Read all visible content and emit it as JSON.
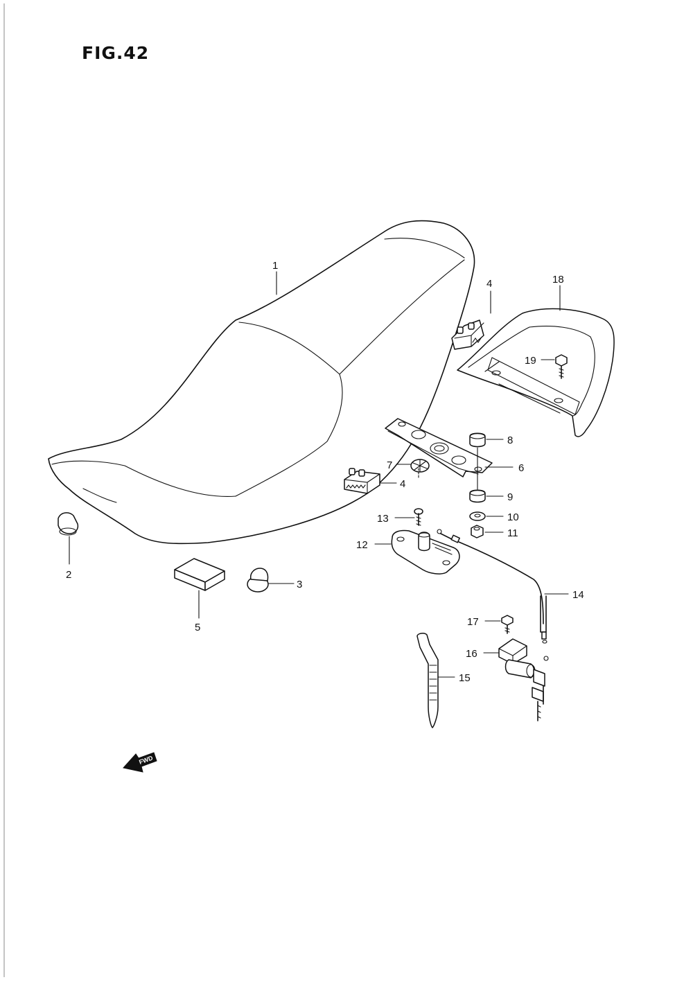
{
  "figure": {
    "title": "FIG.42",
    "fwd_label": "FWD"
  },
  "callouts": {
    "c1": "1",
    "c2": "2",
    "c3": "3",
    "c4a": "4",
    "c4b": "4",
    "c5": "5",
    "c6": "6",
    "c7": "7",
    "c8": "8",
    "c9": "9",
    "c10": "10",
    "c11": "11",
    "c12": "12",
    "c13": "13",
    "c14": "14",
    "c15": "15",
    "c16": "16",
    "c17": "17",
    "c18": "18",
    "c19": "19"
  },
  "colors": {
    "ink": "#111111",
    "paper": "#ffffff"
  }
}
